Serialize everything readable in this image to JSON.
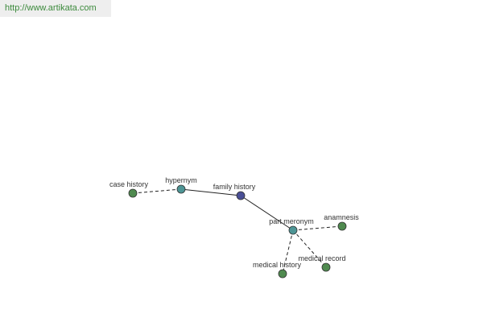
{
  "header": {
    "url_text": "http://www.artikata.com"
  },
  "colors": {
    "green_node": "#4f8a4f",
    "teal_node": "#4d9595",
    "blue_node": "#4a4f96",
    "edge": "#222222",
    "url_text": "#3c8a3c"
  },
  "nodes": [
    {
      "id": "case_history",
      "label": "case history",
      "color_key": "green_node"
    },
    {
      "id": "hypernym",
      "label": "hypernym",
      "color_key": "teal_node"
    },
    {
      "id": "family_history",
      "label": "family history",
      "color_key": "blue_node"
    },
    {
      "id": "part_meronym",
      "label": "part meronym",
      "color_key": "teal_node"
    },
    {
      "id": "anamnesis",
      "label": "anamnesis",
      "color_key": "green_node"
    },
    {
      "id": "medical_history",
      "label": "medical history",
      "color_key": "green_node"
    },
    {
      "id": "medical_record",
      "label": "medical record",
      "color_key": "green_node"
    }
  ],
  "edges": [
    {
      "from": "case_history",
      "to": "hypernym",
      "style": "dashed"
    },
    {
      "from": "hypernym",
      "to": "family_history",
      "style": "solid"
    },
    {
      "from": "family_history",
      "to": "part_meronym",
      "style": "solid"
    },
    {
      "from": "part_meronym",
      "to": "anamnesis",
      "style": "dashed"
    },
    {
      "from": "part_meronym",
      "to": "medical_history",
      "style": "dashed"
    },
    {
      "from": "part_meronym",
      "to": "medical_record",
      "style": "dashed"
    }
  ]
}
